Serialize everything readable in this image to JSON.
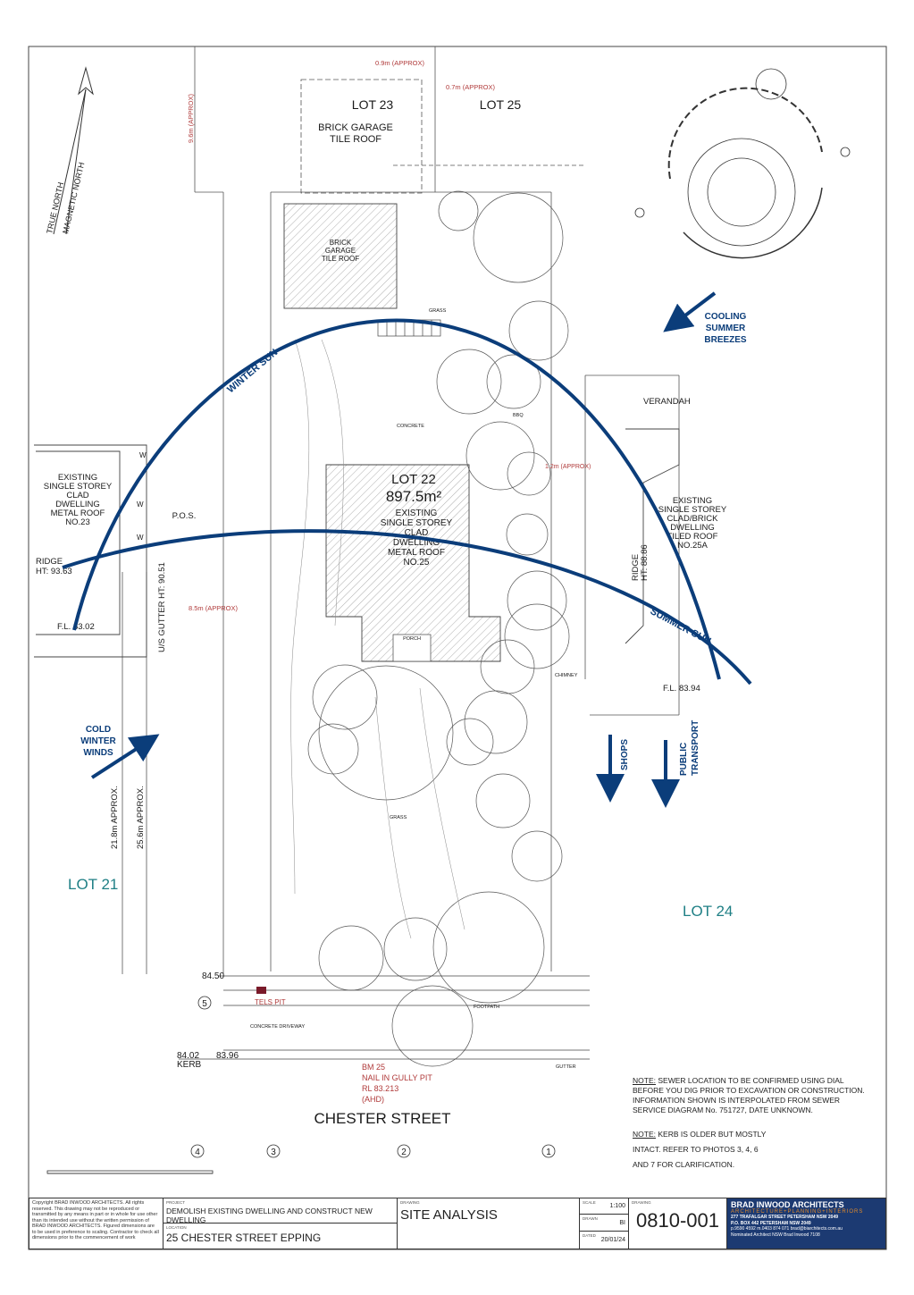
{
  "north": {
    "true_north": "TRUE NORTH",
    "magnetic_north": "MAGNETIC NORTH"
  },
  "lots": {
    "lot23": "LOT 23",
    "lot25": "LOT 25",
    "lot21": "LOT 21",
    "lot24": "LOT 24",
    "lot22": "LOT 22",
    "lot22_area": "897.5m²"
  },
  "buildings": {
    "garage_top_1": "BRICK GARAGE",
    "garage_top_2": "TILE ROOF",
    "garage_site_1": "BRICK",
    "garage_site_2": "GARAGE",
    "garage_site_3": "TILE ROOF",
    "lot22_house": [
      "EXISTING",
      "SINGLE STOREY",
      "CLAD",
      "DWELLING",
      "METAL ROOF",
      "NO.25"
    ],
    "left_house": [
      "EXISTING",
      "SINGLE STOREY",
      "CLAD",
      "DWELLING",
      "METAL ROOF",
      "NO.23"
    ],
    "right_house": [
      "EXISTING",
      "SINGLE STOREY",
      "CLAD/BRICK",
      "DWELLING",
      "TILED ROOF",
      "NO.25A"
    ],
    "verandah": "VERANDAH",
    "pos_left": "P.O.S.",
    "ridge_left": "RIDGE",
    "ridge_left_ht": "HT: 93.63",
    "fl_left": "F.L. 83.02",
    "gutter_left": "U/S GUTTER HT: 90.51",
    "ridge_right": "RIDGE",
    "ridge_right_ht": "HT: 88.86",
    "fl_right": "F.L. 83.94",
    "porch": "PORCH",
    "chimney": "CHIMNEY",
    "concrete": "CONCRETE",
    "grass": "GRASS",
    "bbq": "BBQ"
  },
  "climate": {
    "winter_sun": "WINTER SUN",
    "summer_sun": "SUMMER SUN",
    "cooling": [
      "COOLING",
      "SUMMER",
      "BREEZES"
    ],
    "cold": [
      "COLD",
      "WINTER",
      "WINDS"
    ],
    "shops": "SHOPS",
    "public_transport": [
      "PUBLIC",
      "TRANSPORT"
    ]
  },
  "dimensions": {
    "d1": "0.9m (APPROX)",
    "d2": "0.7m (APPROX)",
    "d3": "9.6m (APPROX)",
    "d4": "8.5m (APPROX)",
    "d5": "21.8m APPROX.",
    "d6": "25.6m APPROX.",
    "d7": "1.2m (APPROX)"
  },
  "street": {
    "name": "CHESTER STREET",
    "bm": [
      "BM 25",
      "NAIL IN GULLY PIT",
      "RL 83.213",
      "(AHD)"
    ],
    "kerb_rl": "84.02",
    "kerb": "KERB",
    "rl_8396": "83.96",
    "rl_8450": "84.50",
    "telstra": "TELS PIT",
    "driveway": "CONCRETE DRIVEWAY",
    "gutter": "GUTTER",
    "footpath": "FOOTPATH"
  },
  "grid_markers": [
    "5",
    "4",
    "3",
    "2",
    "1"
  ],
  "notes": {
    "note1_label": "NOTE:",
    "note1": "SEWER LOCATION TO BE CONFIRMED USING DIAL BEFORE YOU DIG PRIOR TO EXCAVATION OR CONSTRUCTION. INFORMATION SHOWN IS INTERPOLATED FROM SEWER SERVICE DIAGRAM No. 751727, DATE UNKNOWN.",
    "note2_label": "NOTE:",
    "note2_a": "KERB IS OLDER BUT MOSTLY",
    "note2_b": "INTACT. REFER TO PHOTOS 3, 4, 6",
    "note2_c": "AND 7  FOR CLARIFICATION."
  },
  "title_block": {
    "copyright": "Copyright BRAD INWOOD ARCHITECTS. All rights reserved. This drawing may not be reproduced or transmitted by any means in part or in whole for use other than its intended use without the written permission of BRAD INWOOD ARCHITECTS. Figured dimensions are to be used in preference to scaling. Contractor to check all dimensions prior to the commencement of work",
    "project_label": "PROJECT",
    "project": "DEMOLISH EXISTING DWELLING AND CONSTRUCT NEW DWELLING",
    "location_label": "LOCATION",
    "location": "25 CHESTER STREET EPPING",
    "drawing_label": "DRAWING",
    "drawing_title": "SITE ANALYSIS",
    "scale_label": "SCALE",
    "scale": "1:100",
    "drawn_label": "DRAWN",
    "drawn": "BI",
    "dated_label": "DATED",
    "dated": "20/01/24",
    "drawing_no_label": "DRAWING",
    "drawing_no": "0810-001",
    "firm": "BRAD INWOOD ARCHITECTS",
    "firm_tag": "ARCHITECTURE+PLANNING+INTERIORS",
    "address1": "277 TRAFALGAR STREET PETERSHAM NSW 2049",
    "address2": "P.O. BOX 442 PETERSHAM NSW 2049",
    "contact": "p.9590 4592 m.0403 874 071 brad@biarchitects.com.au",
    "nominated": "Nominated Architect NSW Brad Inwood 7108"
  },
  "colors": {
    "navy": "#0b3d7a",
    "teal": "#1f7f85",
    "red": "#b03a3a",
    "firm_bg": "#1c3a72"
  }
}
